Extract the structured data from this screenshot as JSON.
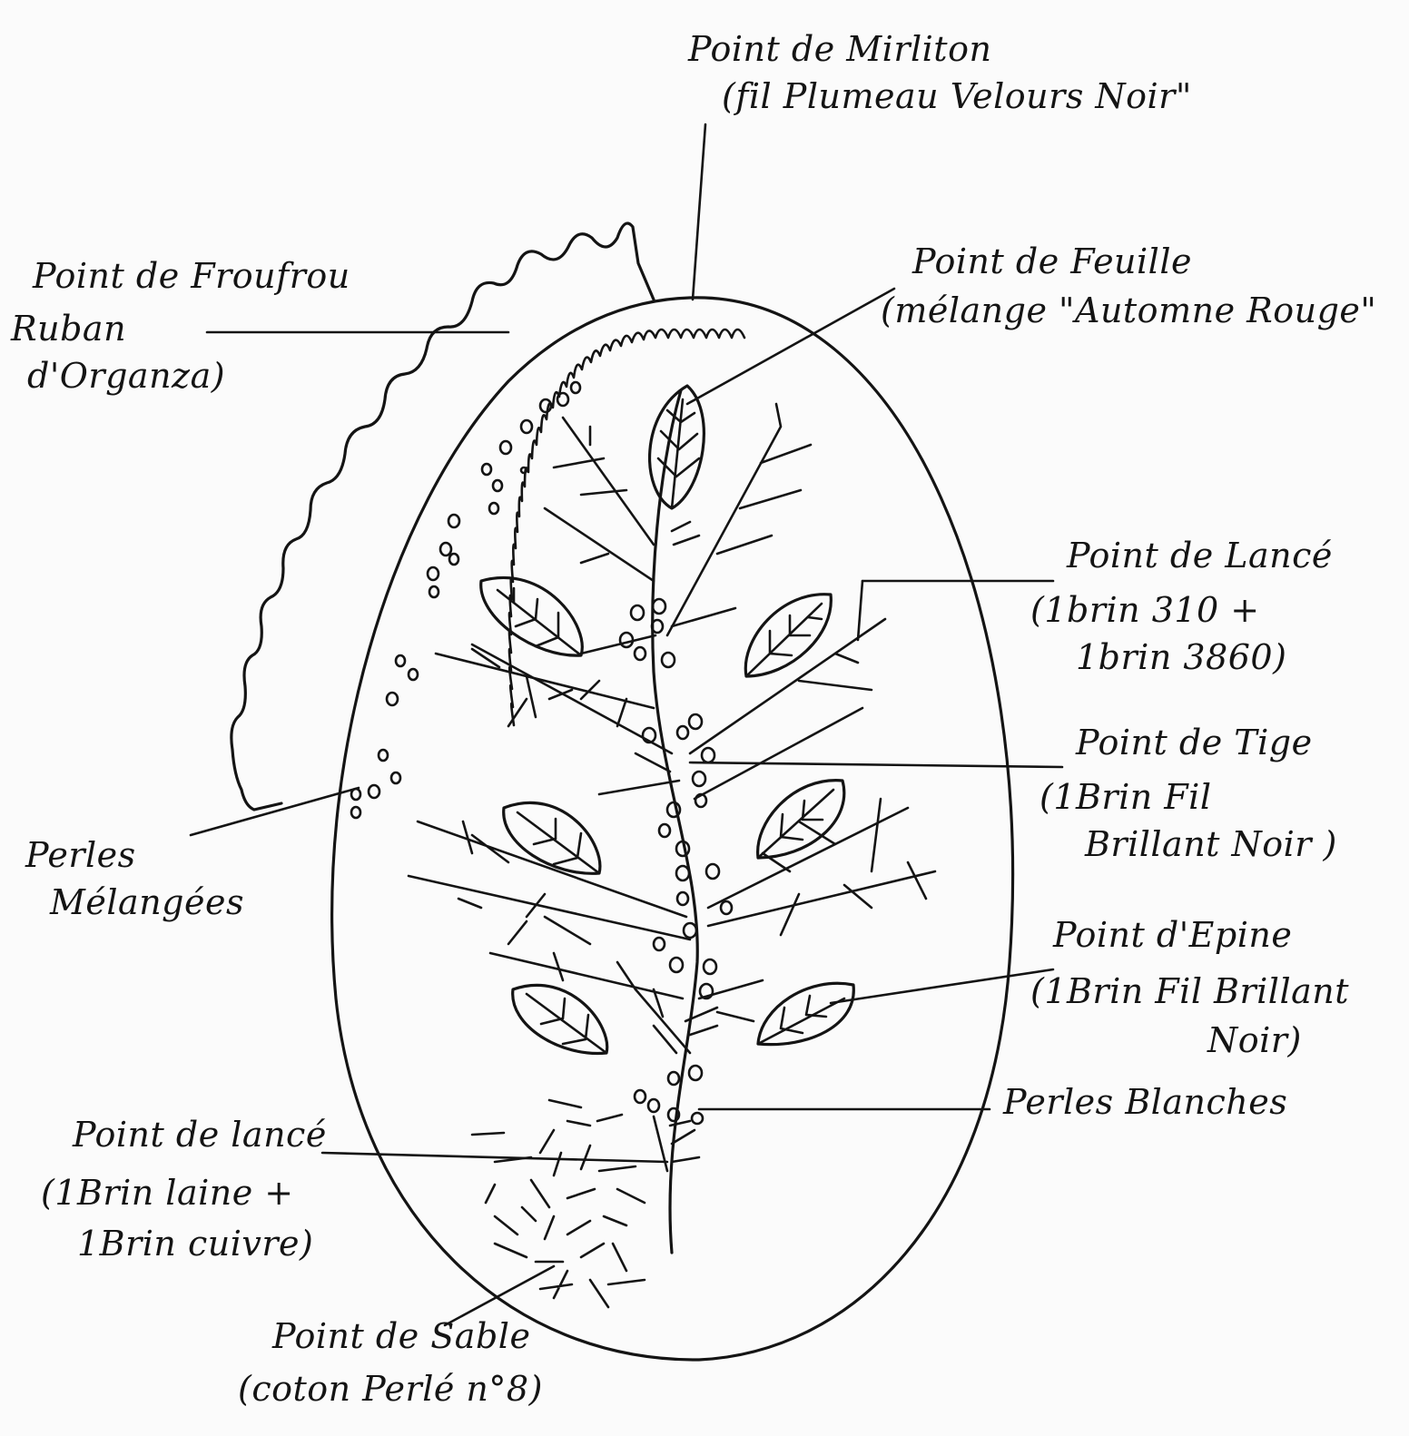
{
  "labels": {
    "mirliton": {
      "title": "Point de Mirliton",
      "detail": "(fil Plumeau Velours Noir\""
    },
    "froufrou": {
      "title": "Point de Froufrou",
      "detail1": "Ruban",
      "detail2": "d'Organza)"
    },
    "feuille": {
      "title": "Point de Feuille",
      "detail": "(mélange \"Automne Rouge\""
    },
    "lance_top": {
      "title": "Point de Lancé",
      "detail1": "(1brin 310 +",
      "detail2": "1brin 3860)"
    },
    "tige": {
      "title": "Point de Tige",
      "detail1": "(1Brin Fil",
      "detail2": "Brillant Noir )"
    },
    "perles_melangees": {
      "line1": "Perles",
      "line2": "Mélangées"
    },
    "epine": {
      "title": "Point d'Epine",
      "detail1": "(1Brin Fil Brillant",
      "detail2": "Noir)"
    },
    "perles_blanches": {
      "title": "Perles Blanches"
    },
    "lance_bottom": {
      "title": "Point de lancé",
      "detail1": "(1Brin laine +",
      "detail2": "1Brin cuivre)"
    },
    "sable": {
      "title": "Point de Sable",
      "detail": "(coton Perlé n°8)"
    }
  },
  "colors": {
    "ink": "#141414",
    "paper": "#fbfbfb"
  }
}
